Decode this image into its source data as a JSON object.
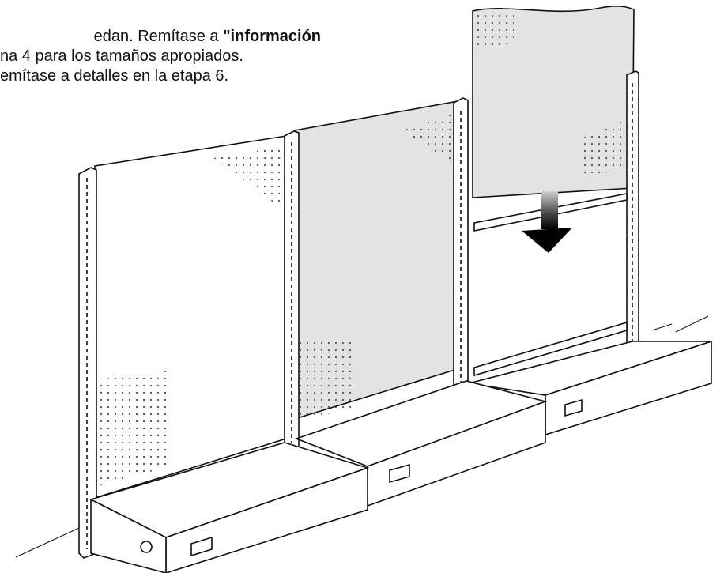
{
  "instructions": {
    "line1_text": "edan. Remítase a ",
    "line1_bold": "\"información",
    "line2": "na 4 para los tamaños apropiados.",
    "line3": "emítase a detalles en la etapa 6."
  },
  "figure": {
    "panel_fill": "#e3e3e3",
    "line_color": "#111111"
  }
}
